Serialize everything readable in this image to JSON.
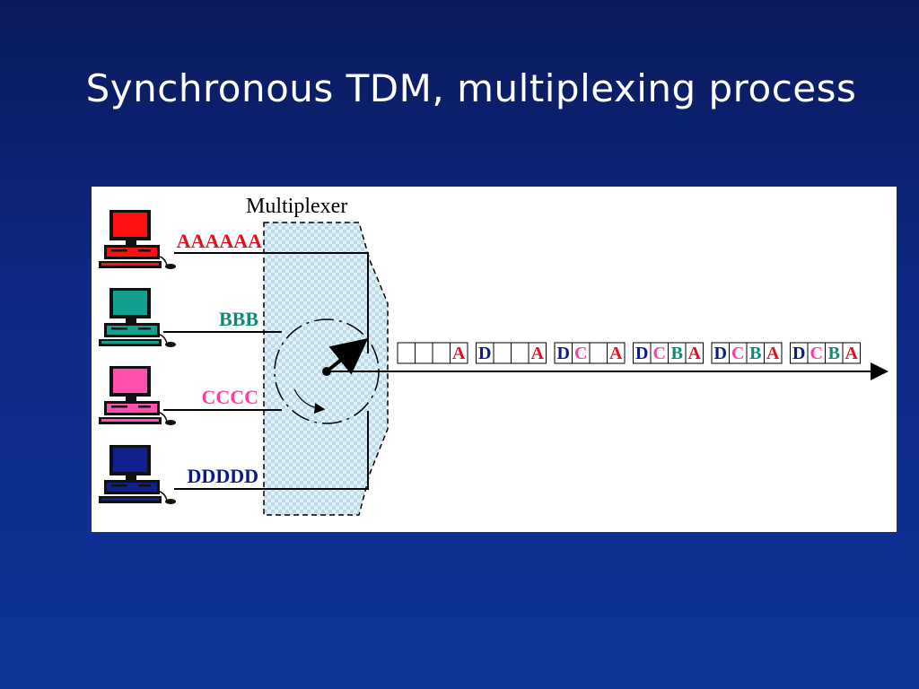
{
  "slide": {
    "title": "Synchronous TDM, multiplexing process"
  },
  "diagram": {
    "multiplexer_label": "Multiplexer",
    "sources": [
      {
        "label": "AAAAAA",
        "color": "#e0101c",
        "screen": "#ff1010"
      },
      {
        "label": "BBB",
        "color": "#0e8a78",
        "screen": "#12a090"
      },
      {
        "label": "CCCC",
        "color": "#ff3fa6",
        "screen": "#ff4fb0"
      },
      {
        "label": "DDDDD",
        "color": "#0a1a8c",
        "screen": "#10208e"
      }
    ],
    "frames": [
      [
        "",
        "",
        "",
        "A"
      ],
      [
        "D",
        "",
        "",
        "A"
      ],
      [
        "D",
        "C",
        "",
        "A"
      ],
      [
        "D",
        "C",
        "B",
        "A"
      ],
      [
        "D",
        "C",
        "B",
        "A"
      ],
      [
        "D",
        "C",
        "B",
        "A"
      ]
    ],
    "slot_colors": {
      "A": "#e0101c",
      "B": "#0e8a78",
      "C": "#ff3fa6",
      "D": "#0a1a8c"
    }
  }
}
